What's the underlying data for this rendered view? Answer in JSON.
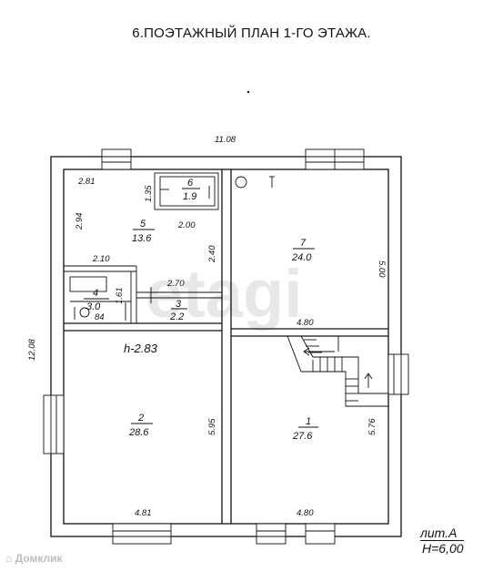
{
  "title": "6.ПОЭТАЖНЫЙ ПЛАН 1-ГО ЭТАЖА.",
  "dimensions": {
    "overall_width": "11.08",
    "overall_height": "12.08",
    "d_281": "2.81",
    "d_135": "1.35",
    "d_294": "2.94",
    "d_200": "2.00",
    "d_240": "2.40",
    "d_210": "2.10",
    "d_270": "2.70",
    "d_161": "1.61",
    "d_084": "84",
    "d_500": "5.00",
    "d_480_top": "4.80",
    "d_595": "5.95",
    "d_576": "5.76",
    "d_481": "4.81",
    "d_480_bottom": "4.80",
    "ceiling": "h-2.83"
  },
  "rooms": [
    {
      "num": "1",
      "area": "27.6"
    },
    {
      "num": "2",
      "area": "28.6"
    },
    {
      "num": "3",
      "area": "2.2"
    },
    {
      "num": "4",
      "area": "3.0"
    },
    {
      "num": "5",
      "area": "13.6"
    },
    {
      "num": "6",
      "area": "1.9"
    },
    {
      "num": "7",
      "area": "24.0"
    }
  ],
  "stamp": {
    "lit": "лит.А",
    "height": "Н=6,00"
  },
  "watermark": "etagi",
  "logo": "Домклик",
  "colors": {
    "line": "#111111",
    "watermark": "#d9d9d9"
  }
}
